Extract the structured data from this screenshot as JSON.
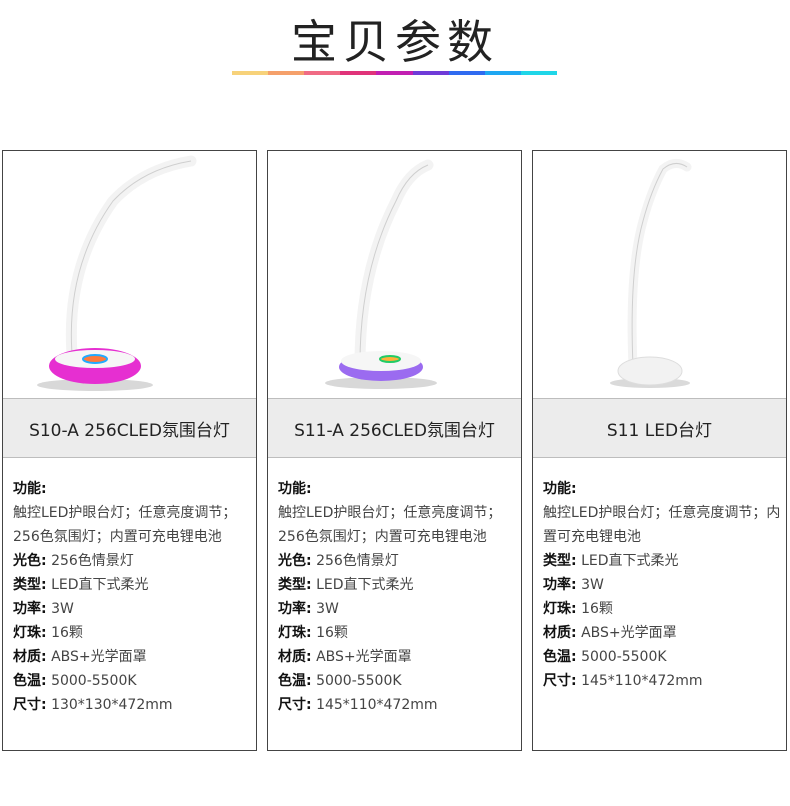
{
  "header": {
    "title": "宝贝参数",
    "rainbow_colors": [
      "#f7d27a",
      "#f5a06b",
      "#f06b84",
      "#e0337a",
      "#c21fb2",
      "#6f3bd8",
      "#2f6bf0",
      "#1ea7f2",
      "#1fd6e8"
    ]
  },
  "products": [
    {
      "name": "S10-A 256CLED氛围台灯",
      "base_color": "#e62fd1",
      "function_label": "功能:",
      "function_text": "触控LED护眼台灯；任意亮度调节；256色氛围灯；内置可充电锂电池",
      "specs": [
        {
          "label": "光色:",
          "value": "256色情景灯"
        },
        {
          "label": "类型:",
          "value": "LED直下式柔光"
        },
        {
          "label": "功率:",
          "value": "3W"
        },
        {
          "label": "灯珠:",
          "value": "16颗"
        },
        {
          "label": "材质:",
          "value": "ABS+光学面罩"
        },
        {
          "label": "色温:",
          "value": "5000-5500K"
        },
        {
          "label": "尺寸:",
          "value": "130*130*472mm"
        }
      ]
    },
    {
      "name": "S11-A 256CLED氛围台灯",
      "base_color": "#9b6bf0",
      "function_label": "功能:",
      "function_text": "触控LED护眼台灯；任意亮度调节；256色氛围灯；内置可充电锂电池",
      "specs": [
        {
          "label": "光色:",
          "value": "256色情景灯"
        },
        {
          "label": "类型:",
          "value": "LED直下式柔光"
        },
        {
          "label": "功率:",
          "value": "3W"
        },
        {
          "label": "灯珠:",
          "value": "16颗"
        },
        {
          "label": "材质:",
          "value": "ABS+光学面罩"
        },
        {
          "label": "色温:",
          "value": "5000-5500K"
        },
        {
          "label": "尺寸:",
          "value": "145*110*472mm"
        }
      ]
    },
    {
      "name": "S11 LED台灯",
      "base_color": "#f2f2f2",
      "function_label": "功能:",
      "function_text": "触控LED护眼台灯；任意亮度调节；内置可充电锂电池",
      "specs": [
        {
          "label": "类型:",
          "value": "LED直下式柔光"
        },
        {
          "label": "功率:",
          "value": "3W"
        },
        {
          "label": "灯珠:",
          "value": "16颗"
        },
        {
          "label": "材质:",
          "value": "ABS+光学面罩"
        },
        {
          "label": "色温:",
          "value": "5000-5500K"
        },
        {
          "label": "尺寸:",
          "value": "145*110*472mm"
        }
      ]
    }
  ]
}
